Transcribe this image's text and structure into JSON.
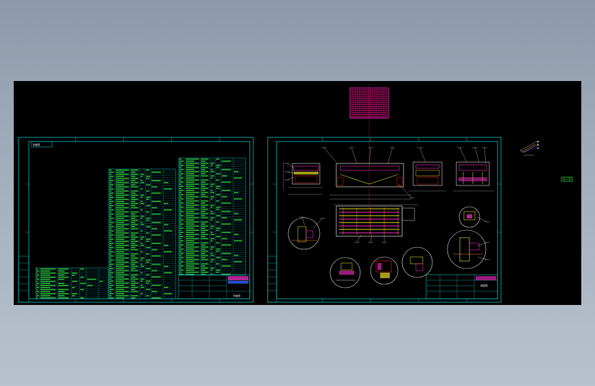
{
  "app": {
    "background_top": "#8d99ab",
    "background_bottom": "#b9c1cd",
    "viewport_color": "#000000"
  },
  "colors": {
    "frame": "#12c8c8",
    "table_text": "#38f038",
    "part_lines": "#e8e8e8",
    "hatch": "#ff1a9c",
    "magenta": "#ff2fd0",
    "yellow": "#e8e020",
    "red": "#ff2020",
    "orange": "#ff8a1e",
    "blue": "#3060ff"
  },
  "sheet_left": {
    "tag_label": "明细表",
    "title_text": "明细表"
  },
  "sheet_right": {
    "title_text": "装配图"
  }
}
